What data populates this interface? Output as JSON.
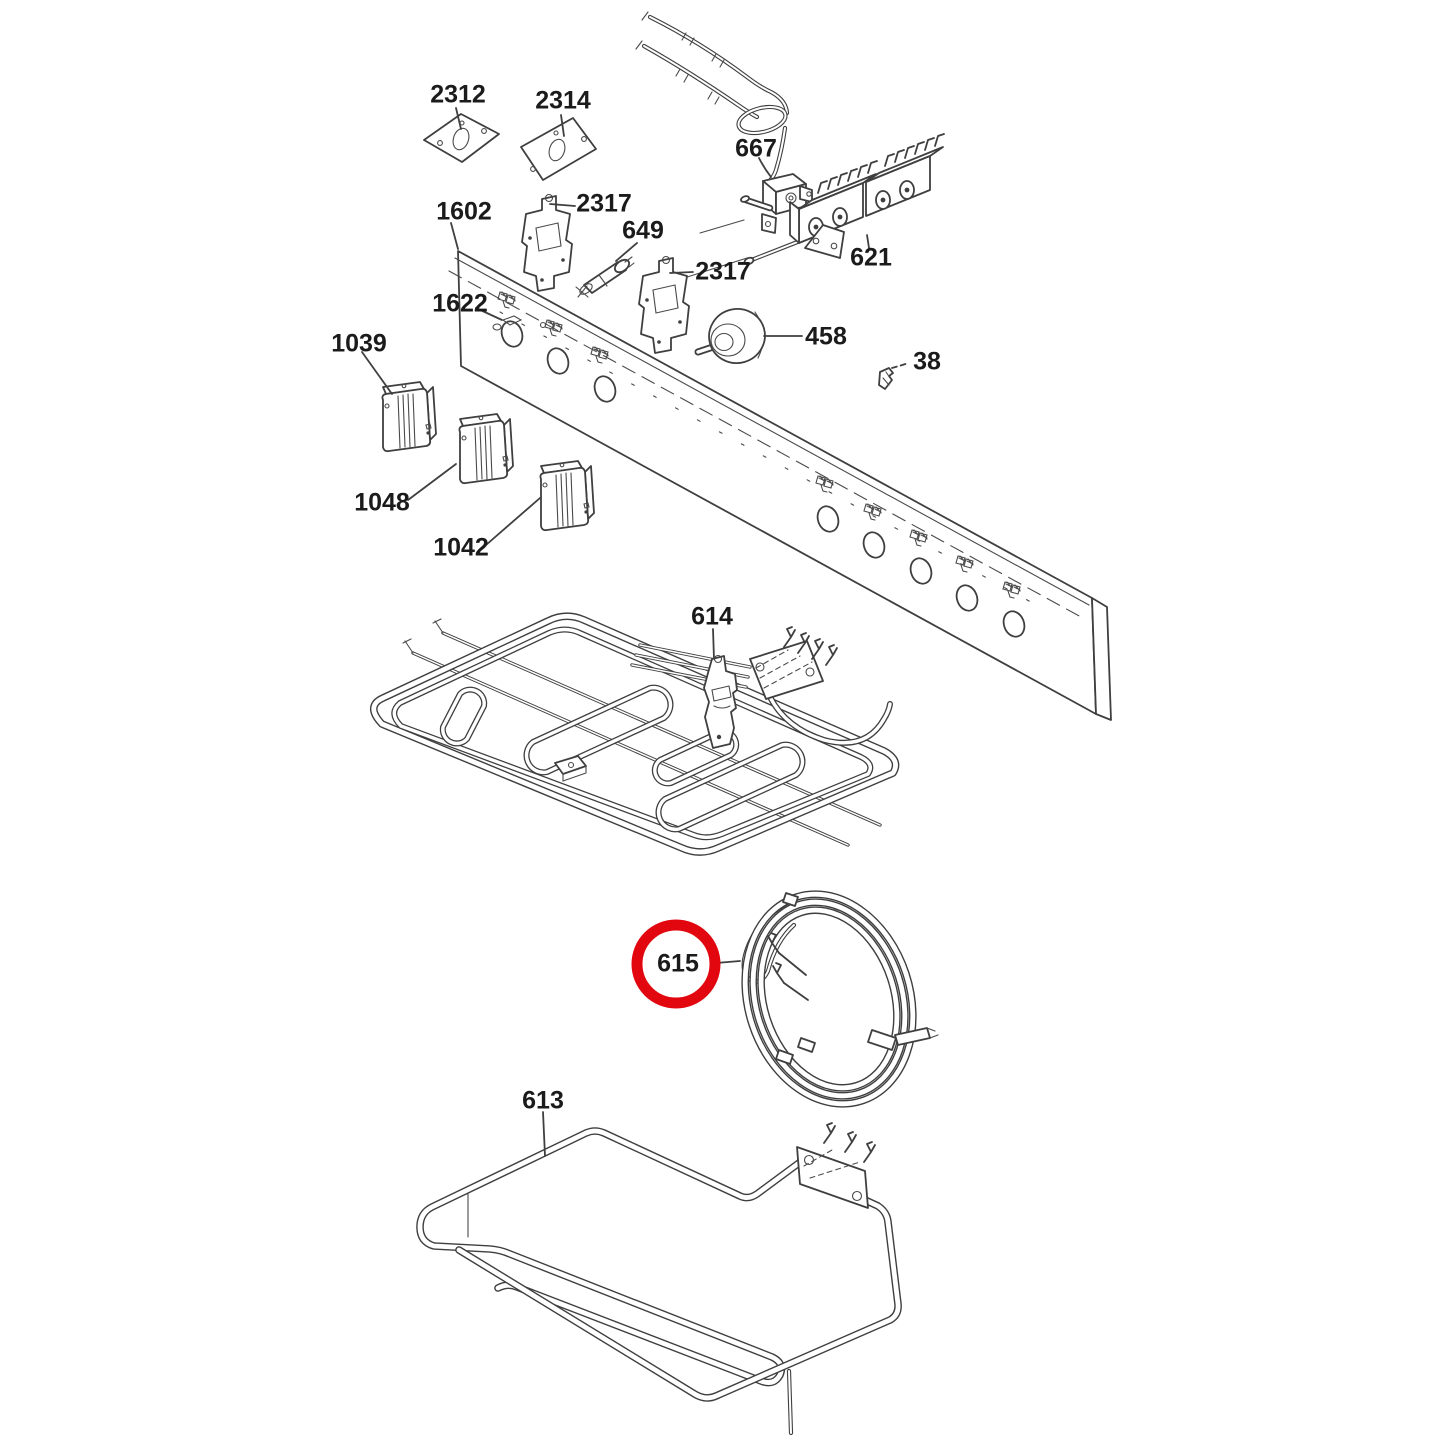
{
  "diagram": {
    "kind": "exploded-parts-diagram",
    "background": "#ffffff",
    "colors": {
      "line": "#3f3f3f",
      "label_text": "#1b1b1b",
      "highlight_ring": "#e2060f"
    },
    "highlighted_part_label": "615",
    "parts": [
      {
        "label": "2312"
      },
      {
        "label": "2314"
      },
      {
        "label": "667"
      },
      {
        "label": "1602"
      },
      {
        "label": "2317"
      },
      {
        "label": "649"
      },
      {
        "label": "2317"
      },
      {
        "label": "621"
      },
      {
        "label": "1622"
      },
      {
        "label": "458"
      },
      {
        "label": "38"
      },
      {
        "label": "1039"
      },
      {
        "label": "1048"
      },
      {
        "label": "1042"
      },
      {
        "label": "614"
      },
      {
        "label": "615"
      },
      {
        "label": "613"
      }
    ]
  }
}
